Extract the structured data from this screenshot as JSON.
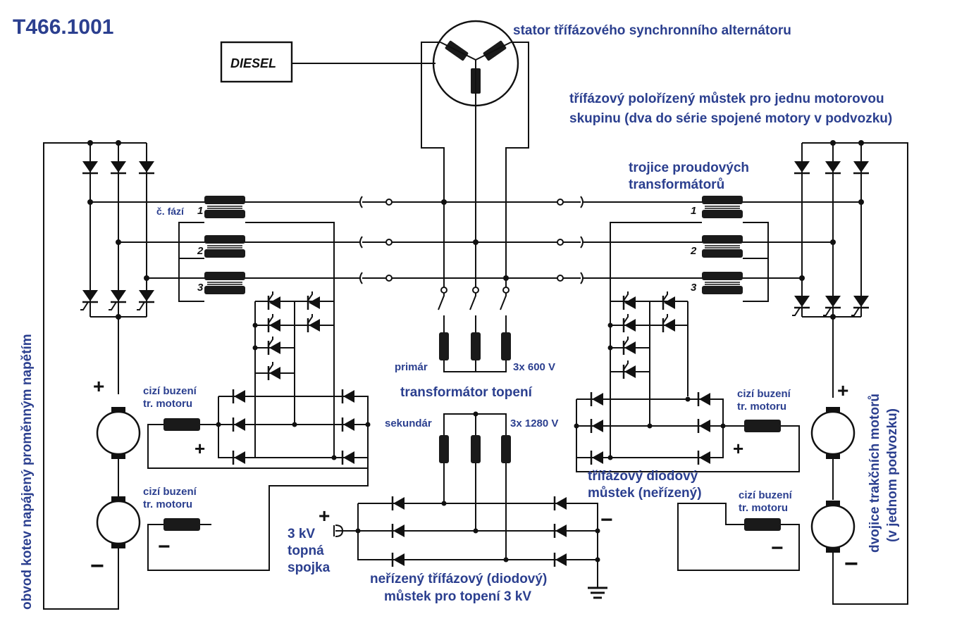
{
  "title": "T466.1001",
  "labels": {
    "diesel": "DIESEL",
    "stator": "stator třífázového synchronního alternátoru",
    "bridge_line1": "třífázový polořízený můstek pro jednu motorovou",
    "bridge_line2": "skupinu (dva do série spojené motory v podvozku)",
    "ct_line1": "trojice proudových",
    "ct_line2": "transformátorů",
    "phase_no": "č. fází",
    "phase_1": "1",
    "phase_2": "2",
    "phase_3": "3",
    "primary": "primár",
    "primary_v": "3x 600 V",
    "heating_tr": "transformátor topení",
    "secondary": "sekundár",
    "secondary_v": "3x 1280 V",
    "excite1_l1": "cizí buzení",
    "excite1_l2": "tr. motoru",
    "diode_bridge_l1": "třífázový diodový",
    "diode_bridge_l2": "můstek (neřízený)",
    "heat_bridge_l1": "neřízený třífázový (diodový)",
    "heat_bridge_l2": "můstek pro topení 3 kV",
    "coupling_l1": "3 kV",
    "coupling_l2": "topná",
    "coupling_l3": "spojka",
    "left_vertical": "obvod kotev napájený proměnným napětím",
    "right_vertical_l1": "dvojice trakčních motorů",
    "right_vertical_l2": "(v jednom podvozku)",
    "plus": "+",
    "minus": "−"
  },
  "colors": {
    "label": "#2b3f8f",
    "wire": "#111111",
    "background": "#ffffff"
  }
}
